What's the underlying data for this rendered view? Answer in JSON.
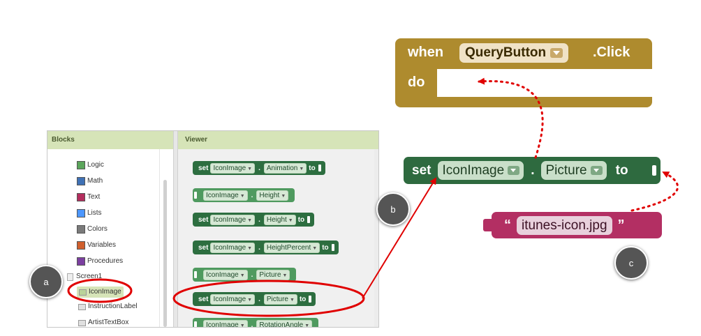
{
  "panel": {
    "blocks_header": "Blocks",
    "viewer_header": "Viewer",
    "tree": [
      {
        "label": "Logic",
        "color": "#5ba55b"
      },
      {
        "label": "Math",
        "color": "#3f71b5"
      },
      {
        "label": "Text",
        "color": "#b32d5e"
      },
      {
        "label": "Lists",
        "color": "#4c97ff"
      },
      {
        "label": "Colors",
        "color": "#7a7a7a"
      },
      {
        "label": "Variables",
        "color": "#d05f2d"
      },
      {
        "label": "Procedures",
        "color": "#7b3fa0"
      }
    ],
    "screen": "Screen1",
    "components": [
      "IconImage",
      "InstructionLabel",
      "ArtistTextBox"
    ]
  },
  "viewer_blocks": {
    "set": "set",
    "to": "to",
    "component": "IconImage",
    "dot": ".",
    "props": [
      "Animation",
      "Height",
      "Height",
      "HeightPercent",
      "Picture",
      "Picture",
      "RotationAngle"
    ]
  },
  "event": {
    "when": "when",
    "component": "QueryButton",
    "event_name": ".Click",
    "do": "do"
  },
  "setter": {
    "set": "set",
    "component": "IconImage",
    "dot": ".",
    "property": "Picture",
    "to": "to"
  },
  "text_block": {
    "open_quote": "“",
    "value": "itunes-icon.jpg",
    "close_quote": "”"
  },
  "callouts": {
    "a": "a",
    "b": "b",
    "c": "c"
  },
  "colors": {
    "event": "#ae8b2e",
    "setter": "#2e6a3f",
    "text": "#b32f63",
    "highlight": "#e00000"
  }
}
